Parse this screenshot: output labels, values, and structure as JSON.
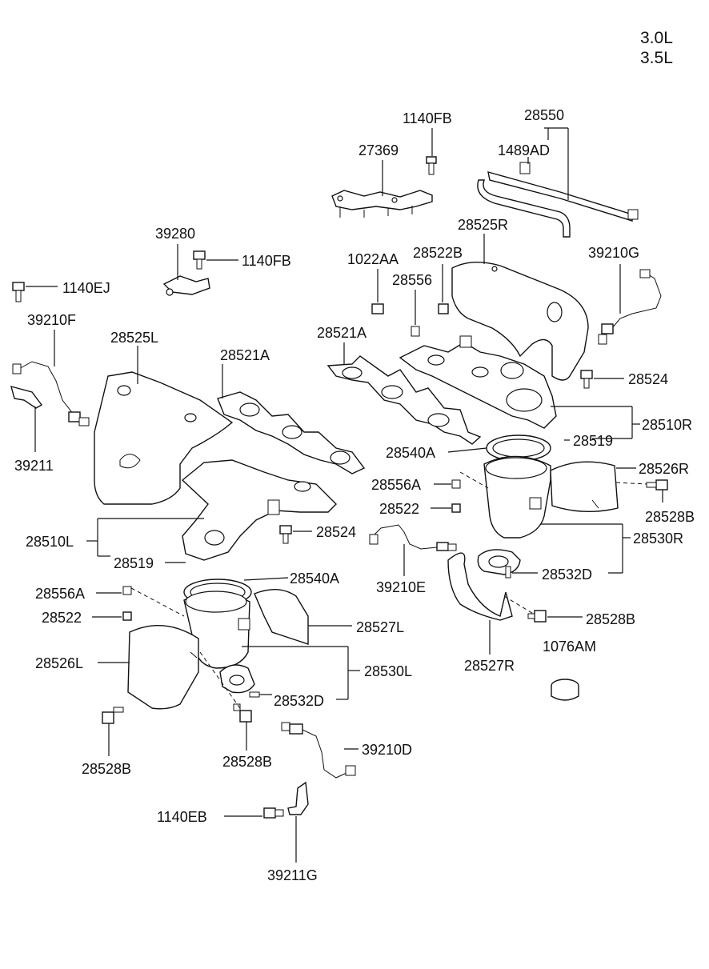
{
  "engine_variants": [
    "3.0L",
    "3.5L"
  ],
  "labels": {
    "p1140fb_top": "1140FB",
    "p28550": "28550",
    "p27369": "27369",
    "p1489ad": "1489AD",
    "p28525r": "28525R",
    "p39280": "39280",
    "p1140fb_mid": "1140FB",
    "p1022aa": "1022AA",
    "p28522b": "28522B",
    "p39210g": "39210G",
    "p1140ej": "1140EJ",
    "p28556": "28556",
    "p39210f": "39210F",
    "p28521a_right": "28521A",
    "p28525l": "28525L",
    "p28521a_left": "28521A",
    "p28524_right": "28524",
    "p28510r": "28510R",
    "p28519_right": "28519",
    "p39211": "39211",
    "p28540a_right": "28540A",
    "p28526r": "28526R",
    "p28556a_mid": "28556A",
    "p28528b_right": "28528B",
    "p28522_mid": "28522",
    "p28524_left": "28524",
    "p28510l": "28510L",
    "p28530r": "28530R",
    "p28519_left": "28519",
    "p28532d_right": "28532D",
    "p28540a_left": "28540A",
    "p39210e": "39210E",
    "p28556a_left": "28556A",
    "p28528b_mid": "28528B",
    "p28522_left": "28522",
    "p28527l": "28527L",
    "p1076am": "1076AM",
    "p28526l": "28526L",
    "p28527r": "28527R",
    "p28530l": "28530L",
    "p28532d_left": "28532D",
    "p39210d": "39210D",
    "p28528b_left": "28528B",
    "p28528b_low": "28528B",
    "p1140eb": "1140EB",
    "p39211g": "39211G"
  }
}
